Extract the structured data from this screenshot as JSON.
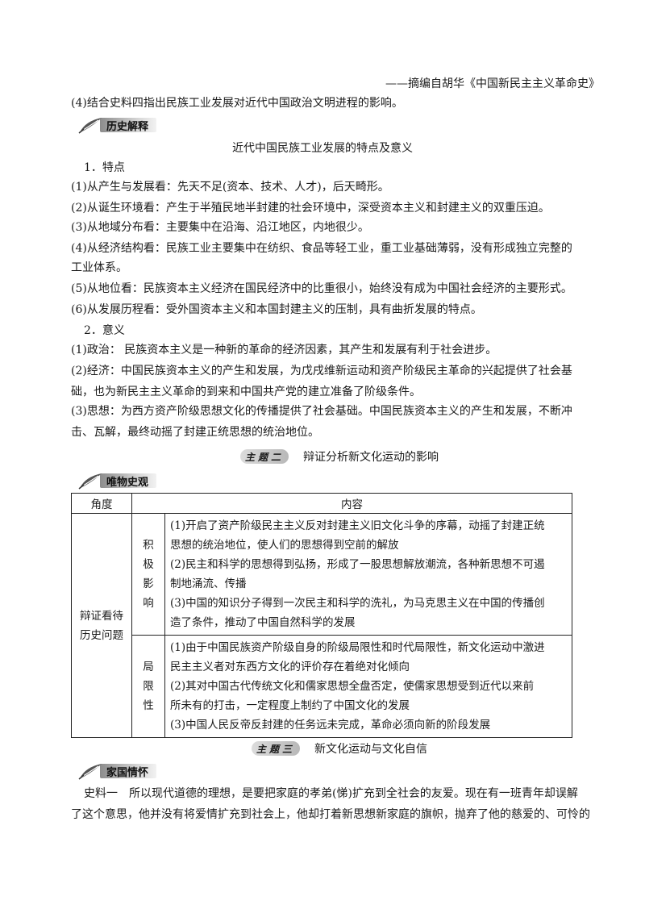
{
  "source_line": "——摘编自胡华《中国新民主主义革命史》",
  "question4": "(4)结合史料四指出民族工业发展对近代中国政治文明进程的影响。",
  "badge_history": "历史解释",
  "section_title": "近代中国民族工业发展的特点及意义",
  "traits_heading": "1．特点",
  "traits": [
    "(1)从产生与发展看：先天不足(资本、技术、人才)，后天畸形。",
    "(2)从诞生环境看：产生于半殖民地半封建的社会环境中，深受资本主义和封建主义的双重压迫。",
    "(3)从地域分布看：主要集中在沿海、沿江地区，内地很少。",
    "(4)从经济结构看：民族工业主要集中在纺织、食品等轻工业，重工业基础薄弱，没有形成独立完整的",
    "工业体系。",
    "(5)从地位看：民族资本主义经济在国民经济中的比重很小，始终没有成为中国社会经济的主要形式。",
    "(6)从发展历程看：受外国资本主义和本国封建主义的压制，具有曲折发展的特点。"
  ],
  "meaning_heading": "2．意义",
  "meaning": [
    "(1)政治： 民族资本主义是一种新的革命的经济因素，其产生和发展有利于社会进步。",
    "(2)经济：中国民族资本主义的产生和发展，为戊戌维新运动和资产阶级民主革命的兴起提供了社会基",
    "础，也为新民主主义革命的到来和中国共产党的建立准备了阶级条件。",
    "(3)思想：为西方资产阶级思想文化的传播提供了社会基础。中国民族资本主义的产生和发展，不断冲",
    "击、瓦解，最终动摇了封建正统思想的统治地位。"
  ],
  "topic2": {
    "badge": "主题二",
    "title": "辩证分析新文化运动的影响"
  },
  "badge_material": "唯物史观",
  "table": {
    "h_angle": "角度",
    "h_content": "内容",
    "angle": "辩证看待历史问题",
    "angle_lines": [
      "辩证看待",
      "历史问题"
    ],
    "pos_label": [
      "积",
      "极",
      "影",
      "响"
    ],
    "pos_lines": [
      "(1)开启了资产阶级民主主义反对封建主义旧文化斗争的序幕，动摇了封建正统",
      "思想的统治地位，使人们的思想得到空前的解放",
      "(2)民主和科学的思想得到弘扬，形成了一股思想解放潮流，各种新思想不可遏",
      "制地涌流、传播",
      "(3)中国的知识分子得到一次民主和科学的洗礼，为马克思主义在中国的传播创",
      "造了条件，推动了中国自然科学的发展"
    ],
    "neg_label": [
      "局",
      "限",
      "性"
    ],
    "neg_lines": [
      "(1)由于中国民族资产阶级自身的阶级局限性和时代局限性，新文化运动中激进",
      "民主主义者对东西方文化的评价存在着绝对化倾向",
      "(2)其对中国古代传统文化和儒家思想全盘否定，使儒家思想受到近代以来前",
      "所未有的打击，一定程度上制约了中国文化的发展",
      "(3)中国人民反帝反封建的任务远未完成，革命必须向新的阶段发展"
    ]
  },
  "topic3": {
    "badge": "主题三",
    "title": "新文化运动与文化自信"
  },
  "badge_family": "家国情怀",
  "material1": [
    "史料一　所以现代道德的理想，是要把家庭的孝弟(悌)扩充到全社会的友爱。现在有一班青年却误解",
    "了这个意思，他并没有将爱情扩充到社会上，他却打着新思想新家庭的旗帜，抛弃了他的慈爱的、可怜的"
  ]
}
